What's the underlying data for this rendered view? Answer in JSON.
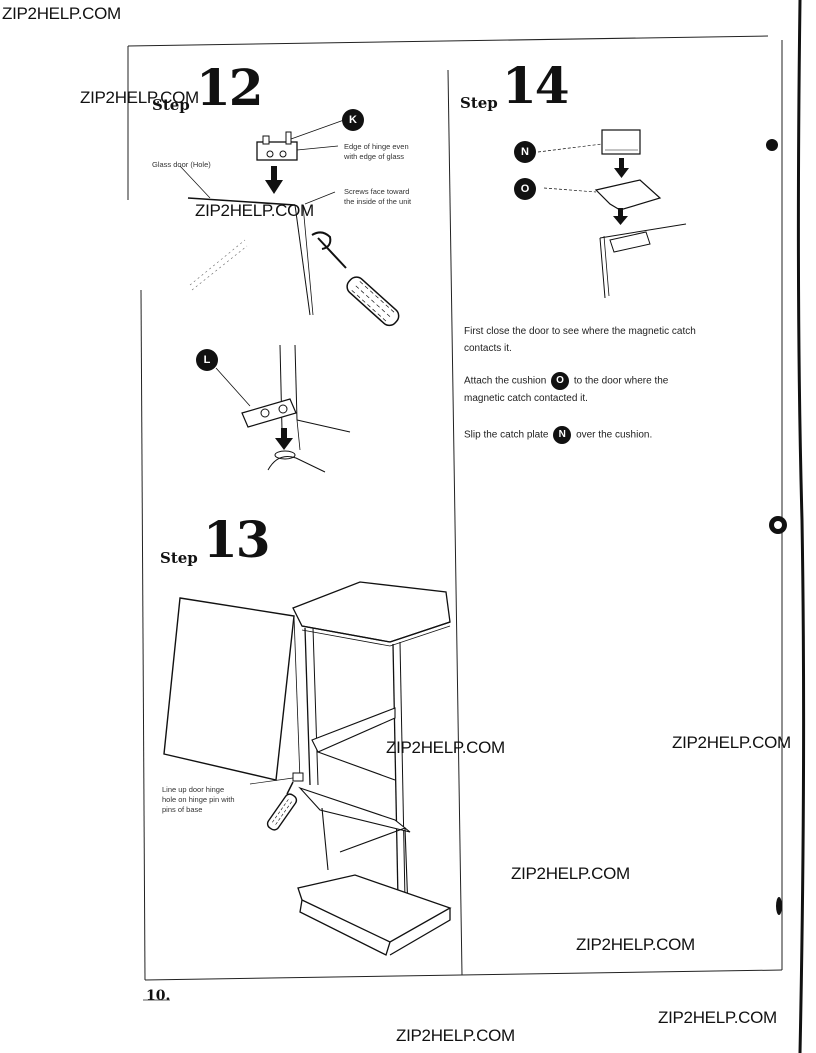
{
  "watermark": "ZIP2HELP.COM",
  "page_number": "10.",
  "step12": {
    "word": "Step",
    "number": "12",
    "labels": {
      "glass": "Glass door (Hole)",
      "edge_top": "Edge of hinge even",
      "edge_bottom": "with edge of glass",
      "screws_top": "Screws face toward",
      "screws_bottom": "the inside of the unit"
    },
    "badge_k": "K",
    "badge_l": "L"
  },
  "step13": {
    "word": "Step",
    "number": "13",
    "caption_line1": "Line up door hinge",
    "caption_line2": "hole on hinge pin with",
    "caption_line3": "pins of base"
  },
  "step14": {
    "word": "Step",
    "number": "14",
    "badge_n": "N",
    "badge_o": "O",
    "instr1_line1": "First close the door to see where the magnetic catch",
    "instr1_line2": "contacts it.",
    "instr2_pre": "Attach the cushion",
    "instr2_post": "to the door where the",
    "instr2_line2": "magnetic catch contacted it.",
    "instr3_pre": "Slip the catch plate",
    "instr3_post": "over the cushion."
  }
}
